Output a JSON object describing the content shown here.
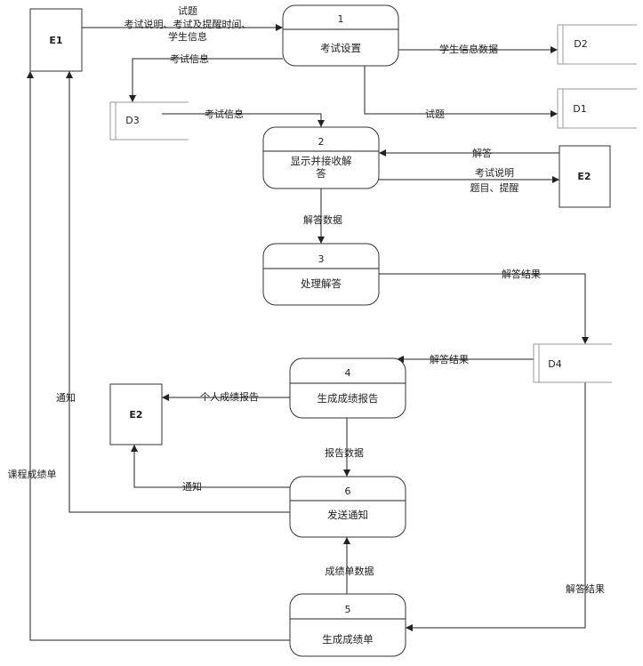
{
  "processes": [
    {
      "id": "p1",
      "number": "1",
      "label": [
        "考试设置"
      ]
    },
    {
      "id": "p2",
      "number": "2",
      "label": [
        "显示并接收解",
        "答"
      ]
    },
    {
      "id": "p3",
      "number": "3",
      "label": [
        "处理解答"
      ]
    },
    {
      "id": "p4",
      "number": "4",
      "label": [
        "生成成绩报告"
      ]
    },
    {
      "id": "p6",
      "number": "6",
      "label": [
        "发送通知"
      ]
    },
    {
      "id": "p5",
      "number": "5",
      "label": [
        "生成成绩单"
      ]
    }
  ],
  "entities": [
    {
      "id": "e1",
      "label": "E1"
    },
    {
      "id": "e2a",
      "label": "E2"
    },
    {
      "id": "e2b",
      "label": "E2"
    }
  ],
  "datastores": [
    {
      "id": "d1",
      "label": "D1"
    },
    {
      "id": "d2",
      "label": "D2"
    },
    {
      "id": "d3",
      "label": "D3"
    },
    {
      "id": "d4",
      "label": "D4"
    }
  ],
  "flows": [
    {
      "id": "f-e1-p1",
      "label": [
        "试题",
        "考试说明、考试及提醒时间、",
        "学生信息"
      ]
    },
    {
      "id": "f-p1-d3",
      "label": [
        "考试信息"
      ]
    },
    {
      "id": "f-p1-d2",
      "label": [
        "学生信息数据"
      ]
    },
    {
      "id": "f-p1-d1",
      "label": [
        "试题"
      ]
    },
    {
      "id": "f-d3-p2",
      "label": [
        "考试信息"
      ]
    },
    {
      "id": "f-e2-p2",
      "label": [
        "解答"
      ]
    },
    {
      "id": "f-p2-e2",
      "label": [
        "考试说明",
        "题目、提醒"
      ]
    },
    {
      "id": "f-p2-p3",
      "label": [
        "解答数据"
      ]
    },
    {
      "id": "f-p3-d4",
      "label": [
        "解答结果"
      ]
    },
    {
      "id": "f-d4-p4",
      "label": [
        "解答结果"
      ]
    },
    {
      "id": "f-p4-e2",
      "label": [
        "个人成绩报告"
      ]
    },
    {
      "id": "f-p4-p6",
      "label": [
        "报告数据"
      ]
    },
    {
      "id": "f-p6-e2",
      "label": [
        "通知"
      ]
    },
    {
      "id": "f-p6-e1",
      "label": [
        "通知"
      ]
    },
    {
      "id": "f-p5-p6",
      "label": [
        "成绩单数据"
      ]
    },
    {
      "id": "f-d4-p5",
      "label": [
        "解答结果"
      ]
    },
    {
      "id": "f-p5-e1",
      "label": [
        "课程成绩单"
      ]
    }
  ]
}
